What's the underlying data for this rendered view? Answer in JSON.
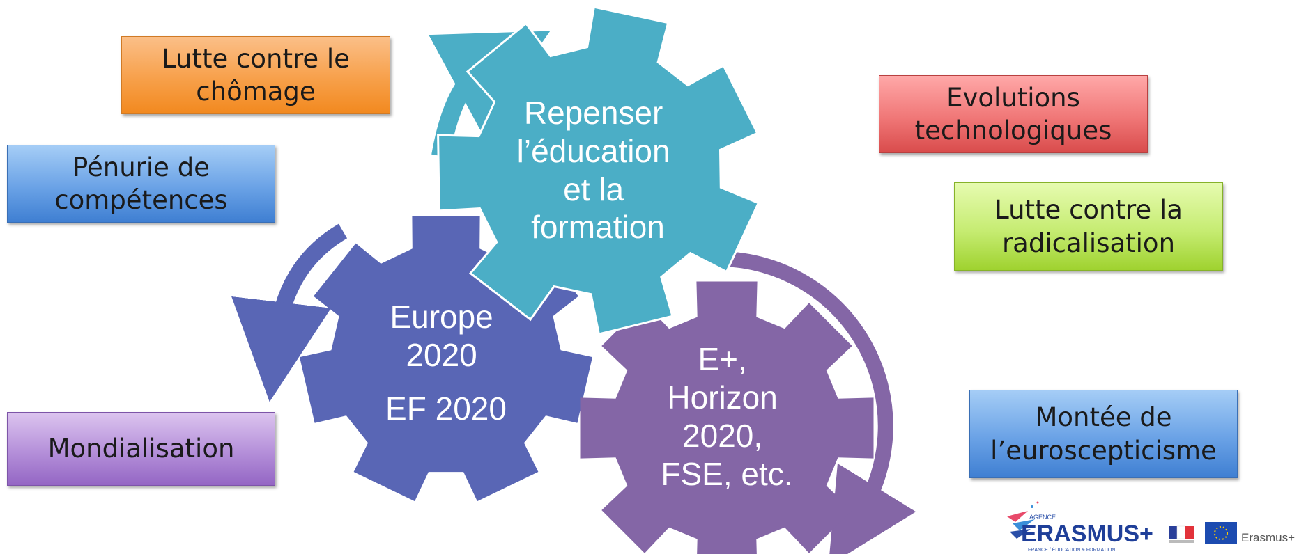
{
  "gears": [
    {
      "label": [
        "Repenser",
        "l’éducation",
        "et la",
        "formation"
      ],
      "color": "#4baec6"
    },
    {
      "label": [
        "Europe",
        "2020",
        "EF 2020"
      ],
      "color": "#5966b5"
    },
    {
      "label": [
        "E+,",
        "Horizon",
        "2020,",
        "FSE, etc."
      ],
      "color": "#8466a6"
    }
  ],
  "boxes": {
    "orange": [
      "Lutte contre le",
      "chômage"
    ],
    "blue1": [
      "Pénurie de",
      "compétences"
    ],
    "purple": [
      "Mondialisation"
    ],
    "red": [
      "Evolutions",
      "technologiques"
    ],
    "green": [
      "Lutte contre la",
      "radicalisation"
    ],
    "blue2": [
      "Montée de",
      "l’euroscepticisme"
    ]
  },
  "logo": {
    "agence": "AGENCE",
    "erasmus": "ERASMUS+",
    "tagline": "FRANCE / ÉDUCATION & FORMATION",
    "eu_label": "Erasmus+"
  },
  "colors": {
    "gear_teal": "#4baec6",
    "gear_blue": "#5966b5",
    "gear_purple": "#8466a6"
  }
}
